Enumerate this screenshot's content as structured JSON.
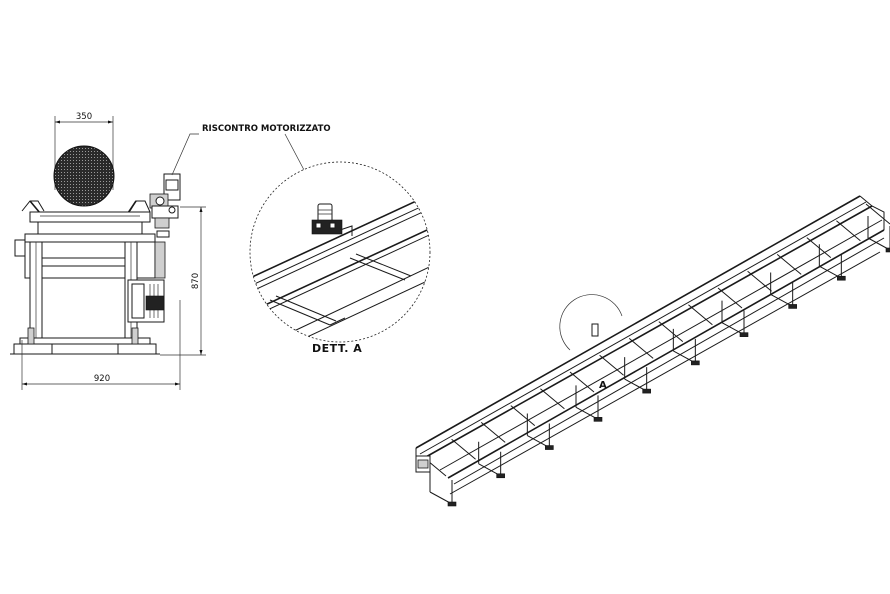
{
  "front_view": {
    "width_dimension": "350",
    "height_dimension": "870",
    "base_dimension": "920"
  },
  "callout": {
    "label": "RISCONTRO MOTORIZZATO"
  },
  "detail": {
    "title": "DETT. A",
    "marker": "A"
  }
}
